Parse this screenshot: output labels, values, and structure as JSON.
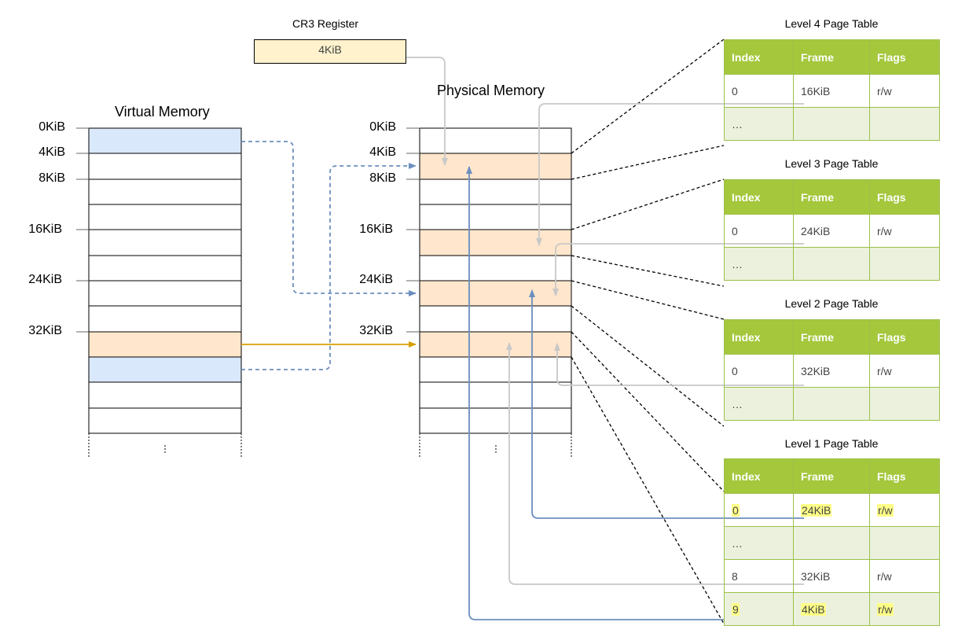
{
  "cr3": {
    "title": "CR3 Register",
    "value": "4KiB"
  },
  "virtual_memory": {
    "title": "Virtual Memory",
    "labels": [
      {
        "text": "0KiB",
        "row": 0
      },
      {
        "text": "4KiB",
        "row": 1
      },
      {
        "text": "8KiB",
        "row": 2
      },
      {
        "text": "16KiB",
        "row": 4
      },
      {
        "text": "24KiB",
        "row": 6
      },
      {
        "text": "32KiB",
        "row": 8
      }
    ]
  },
  "physical_memory": {
    "title": "Physical Memory",
    "labels": [
      {
        "text": "0KiB",
        "row": 0
      },
      {
        "text": "4KiB",
        "row": 1
      },
      {
        "text": "8KiB",
        "row": 2
      },
      {
        "text": "16KiB",
        "row": 4
      },
      {
        "text": "24KiB",
        "row": 6
      },
      {
        "text": "32KiB",
        "row": 8
      }
    ]
  },
  "colors": {
    "blue_frame": "#dae8fc",
    "orange_frame": "#ffe6cc",
    "cr3_fill": "#fff2cc",
    "table_header": "#a4c73c",
    "table_alt_row": "#ebf1dd",
    "arrow_blue": "#6c8ebf",
    "arrow_gold": "#d6a000",
    "arrow_gray": "#c8c8c8"
  },
  "page_tables": [
    {
      "title": "Level 4 Page Table",
      "headers": [
        "Index",
        "Frame",
        "Flags"
      ],
      "rows": [
        {
          "cells": [
            "0",
            "16KiB",
            "r/w"
          ],
          "highlight": false
        },
        {
          "cells": [
            "…",
            "",
            ""
          ],
          "highlight": false
        }
      ]
    },
    {
      "title": "Level 3 Page Table",
      "headers": [
        "Index",
        "Frame",
        "Flags"
      ],
      "rows": [
        {
          "cells": [
            "0",
            "24KiB",
            "r/w"
          ],
          "highlight": false
        },
        {
          "cells": [
            "…",
            "",
            ""
          ],
          "highlight": false
        }
      ]
    },
    {
      "title": "Level 2 Page Table",
      "headers": [
        "Index",
        "Frame",
        "Flags"
      ],
      "rows": [
        {
          "cells": [
            "0",
            "32KiB",
            "r/w"
          ],
          "highlight": false
        },
        {
          "cells": [
            "…",
            "",
            ""
          ],
          "highlight": false
        }
      ]
    },
    {
      "title": "Level 1 Page Table",
      "headers": [
        "Index",
        "Frame",
        "Flags"
      ],
      "rows": [
        {
          "cells": [
            "0",
            "24KiB",
            "r/w"
          ],
          "highlight": true
        },
        {
          "cells": [
            "…",
            "",
            ""
          ],
          "highlight": false
        },
        {
          "cells": [
            "8",
            "32KiB",
            "r/w"
          ],
          "highlight": false
        },
        {
          "cells": [
            "9",
            "4KiB",
            "r/w"
          ],
          "highlight": true
        }
      ]
    }
  ]
}
